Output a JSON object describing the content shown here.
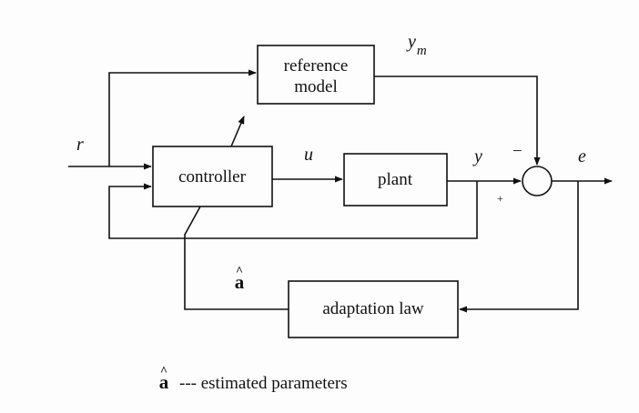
{
  "blocks": {
    "reference_model": [
      "reference",
      "model"
    ],
    "controller": "controller",
    "plant": "plant",
    "adaptation_law": "adaptation law"
  },
  "signals": {
    "r": "r",
    "u": "u",
    "y": "y",
    "ym_base": "y",
    "ym_sub": "m",
    "e": "e",
    "a_hat": "a",
    "hat_mark": "^"
  },
  "signs": {
    "minus": "−",
    "plus": "+"
  },
  "legend": {
    "symbol": "a",
    "text": "--- estimated parameters"
  }
}
